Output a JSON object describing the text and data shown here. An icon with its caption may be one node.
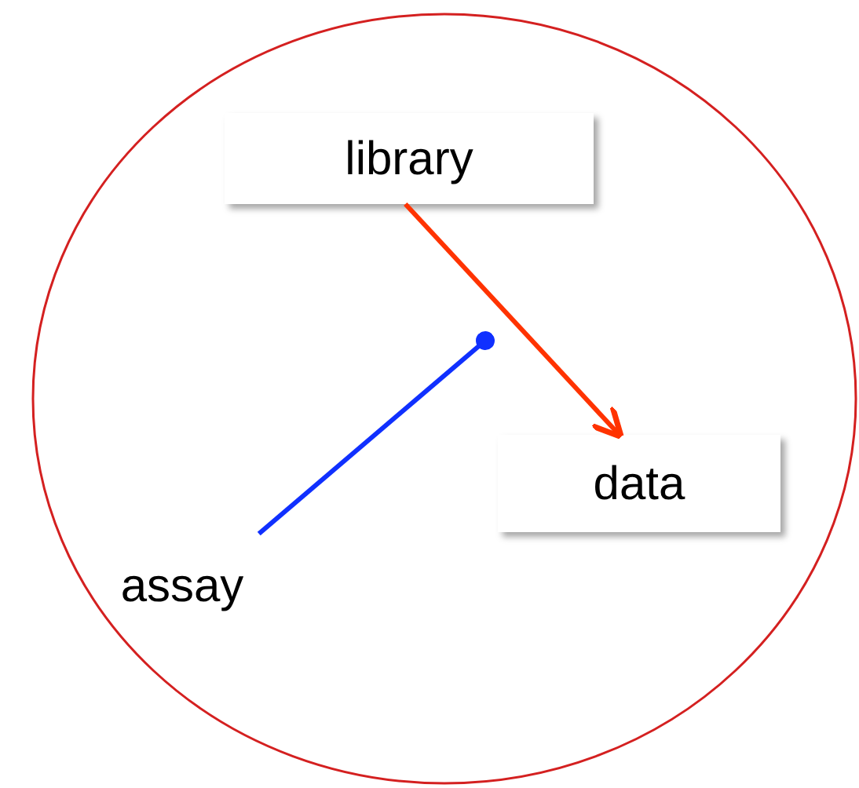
{
  "diagram": {
    "nodes": [
      {
        "text": [],
        "shape": "circle"
      },
      {
        "text": [
          "library"
        ],
        "in": 0
      },
      {
        "text": [
          "data"
        ],
        "in": 0
      },
      {
        "text": [
          "assay"
        ],
        "in": 0
      }
    ],
    "edges": [
      {
        "from": 1,
        "to": 2,
        "arrow": "to",
        "color": "#ff3300"
      },
      {
        "from": 3,
        "to": null,
        "arrow": "other",
        "color": "#1030ff"
      }
    ]
  }
}
